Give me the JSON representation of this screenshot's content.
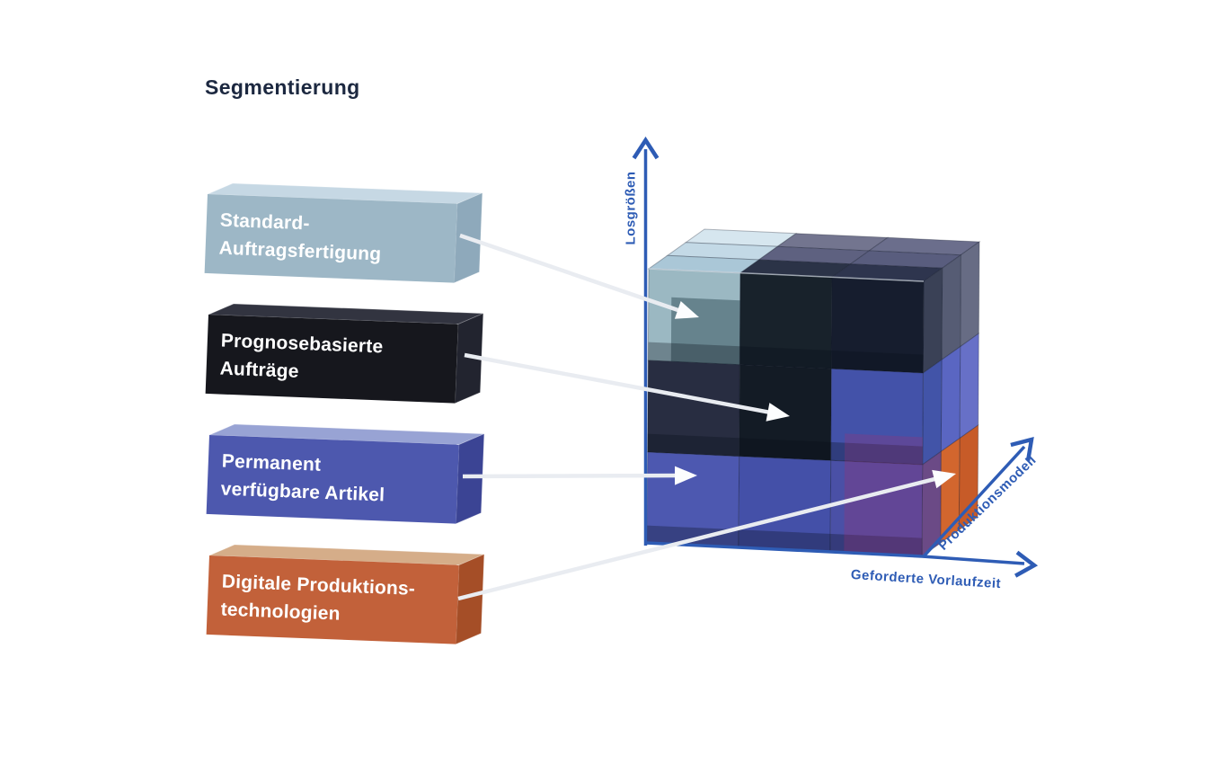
{
  "title": "Segmentierung",
  "title_color": "#1c2840",
  "axes": {
    "y_label": "Losgrößen",
    "x_label": "Geforderte Vorlaufzeit",
    "z_label": "Produktionsmodell",
    "color": "#2e5cb5"
  },
  "connector": {
    "line_color": "#e9ecf1",
    "head_color": "#fcfdfe"
  },
  "segments": [
    {
      "id": "standard-auftragsfertigung",
      "line1": "Standard-",
      "line2": "Auftragsfertigung",
      "front": "#9db7c6",
      "top": "#c6d8e4",
      "side": "#8ea9bb",
      "text_color": "#ffffff"
    },
    {
      "id": "prognosebasierte-auftraege",
      "line1": "Prognosebasierte",
      "line2": "Aufträge",
      "front": "#16171d",
      "top": "#323440",
      "side": "#22242f",
      "text_color": "#ffffff"
    },
    {
      "id": "permanent-verfuegbare-artikel",
      "line1": "Permanent",
      "line2": "verfügbare Artikel",
      "front": "#4d58ae",
      "top": "#98a3d4",
      "side": "#3b4494",
      "text_color": "#ffffff"
    },
    {
      "id": "digitale-produktionstechnologien",
      "line1": "Digitale Produktions-",
      "line2": "technologien",
      "front": "#c2613a",
      "top": "#d5ad89",
      "side": "#a54e27",
      "text_color": "#ffffff"
    }
  ],
  "cube": {
    "front": [
      [
        "rgba(146,178,189,0.92)",
        "#18222b",
        "#161d2e"
      ],
      [
        "#282d41",
        "#131b25",
        "#4352a9"
      ],
      [
        "#4d58b0",
        "#4450a8",
        "#4a50a6"
      ]
    ],
    "top": [
      [
        "#aac7d7",
        "#2b3347",
        "#2e354e"
      ],
      [
        "#c3d9e6",
        "#5e6180",
        "#595d7e"
      ],
      [
        "#d6e6ef",
        "#73758f",
        "#6b6e8c"
      ]
    ],
    "right": [
      [
        "#3a4156",
        "#565c74",
        "#676c84"
      ],
      [
        "#4254a8",
        "#5a66c2",
        "#6770c7"
      ],
      [
        "#6b4a86",
        "#d2662e",
        "#c75b28"
      ]
    ],
    "floor_shade": "rgba(8,12,22,0.30)",
    "inner_teal": "rgba(23,52,62,0.40)",
    "magenta_tint": "rgba(160,45,110,0.28)",
    "grid_line": "rgba(16,22,40,0.30)",
    "top_edge_highlight": "rgba(240,248,255,0.6)"
  }
}
